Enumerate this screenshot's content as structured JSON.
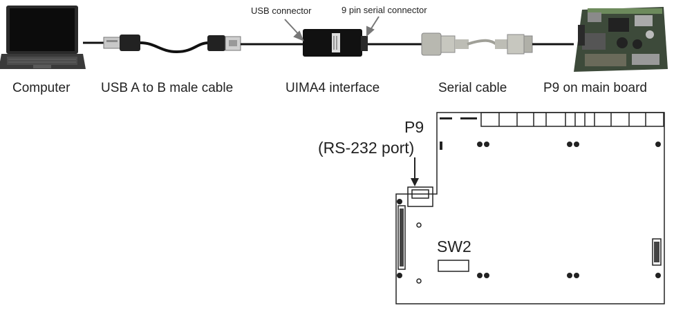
{
  "top_labels": {
    "usb_connector": "USB connector",
    "serial_connector": "9 pin serial connector"
  },
  "components": {
    "computer": "Computer",
    "usb_cable": "USB A to B male cable",
    "interface": "UIMA4 interface",
    "serial_cable": "Serial cable",
    "main_board": "P9 on main board"
  },
  "board": {
    "port_name": "P9",
    "port_desc": "(RS-232 port)",
    "switch": "SW2"
  }
}
